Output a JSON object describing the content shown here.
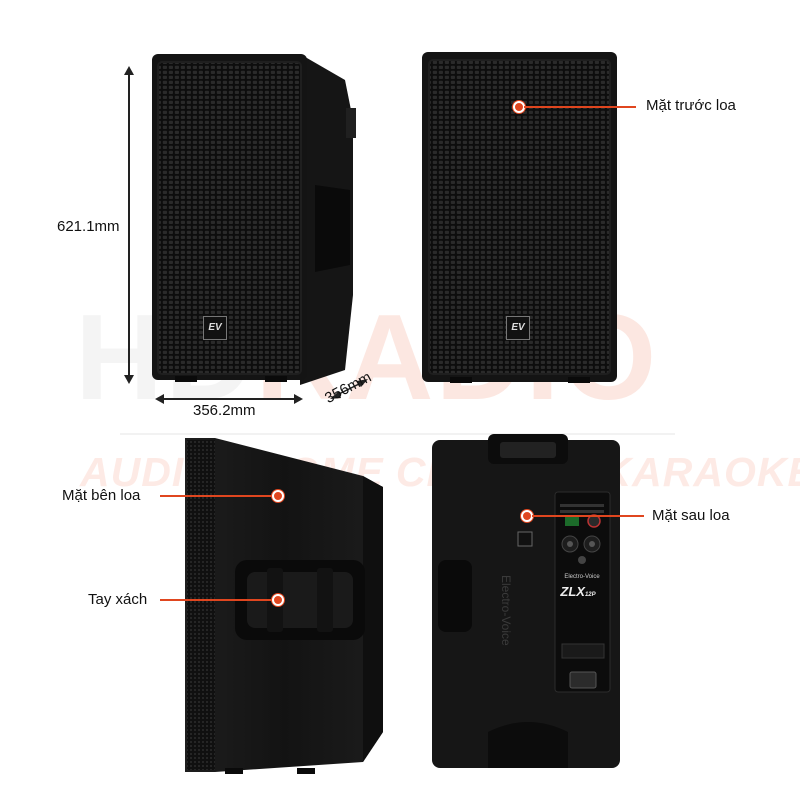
{
  "watermark": {
    "title_prefix": "HD",
    "title_main": "RADIO",
    "subtitle": "AUDIO - HOME CINEMA - KARAOKE"
  },
  "dimensions": {
    "height": "621.1mm",
    "width": "356.2mm",
    "depth": "356mm"
  },
  "speaker": {
    "logo": "EV",
    "brand": "Electro-Voice",
    "model": "ZLX",
    "model_suffix": "12P"
  },
  "callouts": {
    "front": "Mặt trước loa",
    "side": "Mặt bên loa",
    "handle": "Tay xách",
    "back": "Mặt sau loa"
  },
  "colors": {
    "accent": "#e0461f",
    "speaker_body": "#141414",
    "grille": "#0b0b0b"
  }
}
